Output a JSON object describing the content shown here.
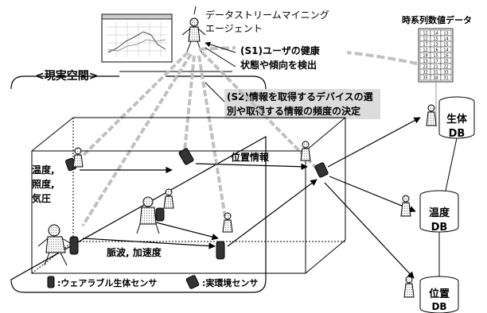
{
  "agent": {
    "name_line1": "データストリームマイニング",
    "name_line2": "エージェント"
  },
  "timeseries_title": "時系列数値データ",
  "timeseries_table": [
    [
      "12",
      "14",
      "13"
    ],
    [
      "12",
      "15",
      "14"
    ],
    [
      "17",
      "13",
      "15"
    ],
    [
      "12",
      "16",
      "14"
    ],
    [
      "18",
      "15",
      "16"
    ],
    [
      "13",
      "17",
      "15"
    ],
    [
      "23",
      "21",
      "22"
    ],
    [
      "32",
      "31",
      "33"
    ],
    [
      "35",
      "34",
      "31"
    ]
  ],
  "real_space_label": "<現実空間>",
  "step1": {
    "line1": "(S1)ユーザの健康",
    "line2": "状態や傾向を検出"
  },
  "step2": {
    "line1": "(S2)情報を取得するデバイスの選",
    "line2": "別や取得する情報の頻度の決定"
  },
  "env_label": {
    "line1": "温度,",
    "line2": "照度,",
    "line3": "気圧"
  },
  "position_info": "位置情報",
  "pulse_label": "脈波, 加速度",
  "legend": {
    "wearable": ":ウェアラブル生体センサ",
    "env_sensor": ":実環境センサ"
  },
  "databases": [
    {
      "line1": "生体",
      "line2": "DB"
    },
    {
      "line1": "温度",
      "line2": "DB"
    },
    {
      "line1": "位置",
      "line2": "DB"
    }
  ],
  "colors": {
    "line": "#000000",
    "dashed_band": "#c0c0c0",
    "step2_bg": "#dcdcdc",
    "figure_fill": "#bbbbbb",
    "device_fill": "#333333"
  }
}
